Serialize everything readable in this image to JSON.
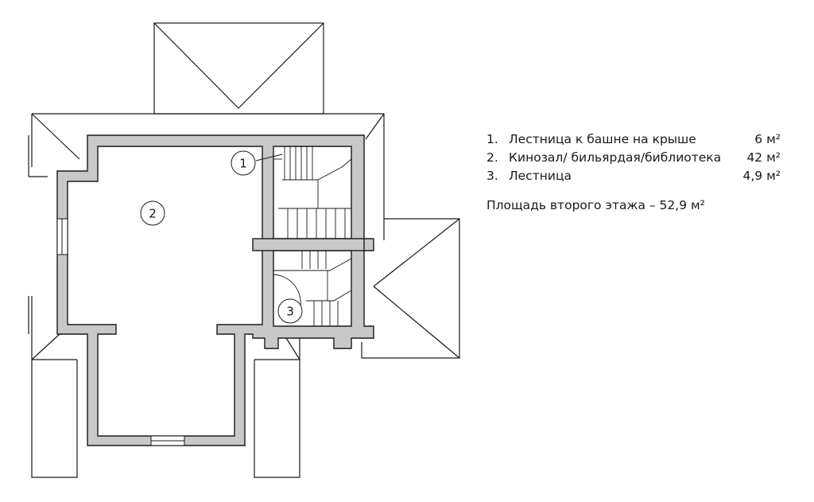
{
  "legend": {
    "items": [
      {
        "num": "1.",
        "label": "Лестница к башне на крыше",
        "area": "6 м²"
      },
      {
        "num": "2.",
        "label": "Кинозал/ бильярдая/библиотека",
        "area": "42 м²"
      },
      {
        "num": "3.",
        "label": "Лестница",
        "area": "4,9 м²"
      }
    ],
    "total": "Площадь второго этажа – 52,9 м²"
  },
  "plan": {
    "markers": [
      "1",
      "2",
      "3"
    ],
    "wall_fill": "#c8c8c8",
    "line_color": "#1a1a1a"
  }
}
